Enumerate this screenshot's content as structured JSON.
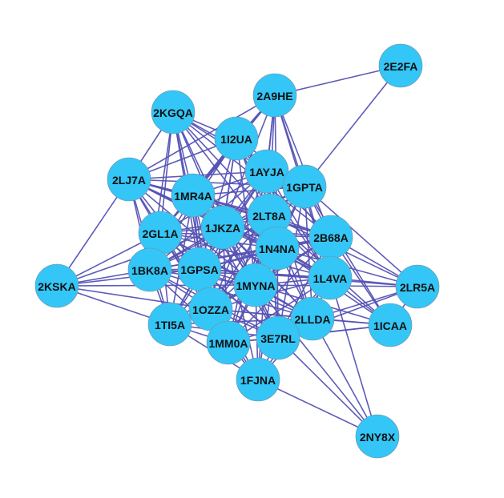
{
  "graph": {
    "node_color": "#33c6f7",
    "edge_color": "#5552b5",
    "label_color": "#111111",
    "nodes": [
      {
        "id": "2E2FA"
      },
      {
        "id": "2A9HE"
      },
      {
        "id": "2KGQA"
      },
      {
        "id": "1I2UA"
      },
      {
        "id": "1AYJA"
      },
      {
        "id": "1GPTA"
      },
      {
        "id": "2LJ7A"
      },
      {
        "id": "1MR4A"
      },
      {
        "id": "2LT8A"
      },
      {
        "id": "1JKZA"
      },
      {
        "id": "2GL1A"
      },
      {
        "id": "2B68A"
      },
      {
        "id": "1N4NA"
      },
      {
        "id": "1BK8A"
      },
      {
        "id": "1GPSA"
      },
      {
        "id": "2KSKA"
      },
      {
        "id": "1L4VA"
      },
      {
        "id": "1MYNA"
      },
      {
        "id": "2LR5A"
      },
      {
        "id": "1OZZA"
      },
      {
        "id": "2LLDA"
      },
      {
        "id": "1TI5A"
      },
      {
        "id": "1ICAA"
      },
      {
        "id": "1MM0A"
      },
      {
        "id": "3E7RL"
      },
      {
        "id": "1FJNA"
      },
      {
        "id": "2NY8X"
      }
    ],
    "edges": [
      [
        "2E2FA",
        "2A9HE"
      ],
      [
        "2E2FA",
        "1GPTA"
      ],
      [
        "2A9HE",
        "1I2UA"
      ],
      [
        "2A9HE",
        "2LJ7A"
      ],
      [
        "2A9HE",
        "1AYJA"
      ],
      [
        "2A9HE",
        "1GPTA"
      ],
      [
        "2A9HE",
        "1MR4A"
      ],
      [
        "2A9HE",
        "2LT8A"
      ],
      [
        "2A9HE",
        "1JKZA"
      ],
      [
        "2A9HE",
        "2B68A"
      ],
      [
        "2A9HE",
        "1N4NA"
      ],
      [
        "2A9HE",
        "2GL1A"
      ],
      [
        "2A9HE",
        "1MYNA"
      ],
      [
        "2A9HE",
        "1L4VA"
      ],
      [
        "2KGQA",
        "1I2UA"
      ],
      [
        "2KGQA",
        "1AYJA"
      ],
      [
        "2KGQA",
        "1MR4A"
      ],
      [
        "2KGQA",
        "2LT8A"
      ],
      [
        "2KGQA",
        "1JKZA"
      ],
      [
        "2KGQA",
        "1N4NA"
      ],
      [
        "2KGQA",
        "1GPSA"
      ],
      [
        "2KGQA",
        "1MYNA"
      ],
      [
        "2KGQA",
        "1OZZA"
      ],
      [
        "2KGQA",
        "2GL1A"
      ],
      [
        "2KGQA",
        "1BK8A"
      ],
      [
        "2KGQA",
        "2LJ7A"
      ],
      [
        "2KGQA",
        "1GPTA"
      ],
      [
        "2KGQA",
        "2B68A"
      ],
      [
        "1I2UA",
        "2LJ7A"
      ],
      [
        "1I2UA",
        "1AYJA"
      ],
      [
        "1I2UA",
        "1GPTA"
      ],
      [
        "1I2UA",
        "1MR4A"
      ],
      [
        "1I2UA",
        "2LT8A"
      ],
      [
        "1I2UA",
        "1JKZA"
      ],
      [
        "1I2UA",
        "2GL1A"
      ],
      [
        "1I2UA",
        "1N4NA"
      ],
      [
        "1I2UA",
        "1GPSA"
      ],
      [
        "1I2UA",
        "1MYNA"
      ],
      [
        "1I2UA",
        "1BK8A"
      ],
      [
        "1I2UA",
        "1OZZA"
      ],
      [
        "1I2UA",
        "2B68A"
      ],
      [
        "1I2UA",
        "1L4VA"
      ],
      [
        "1AYJA",
        "2LJ7A"
      ],
      [
        "1AYJA",
        "1GPTA"
      ],
      [
        "1AYJA",
        "1MR4A"
      ],
      [
        "1AYJA",
        "2LT8A"
      ],
      [
        "1AYJA",
        "1JKZA"
      ],
      [
        "1AYJA",
        "2GL1A"
      ],
      [
        "1AYJA",
        "2B68A"
      ],
      [
        "1AYJA",
        "1N4NA"
      ],
      [
        "1AYJA",
        "1GPSA"
      ],
      [
        "1AYJA",
        "1BK8A"
      ],
      [
        "1AYJA",
        "1MYNA"
      ],
      [
        "1AYJA",
        "1L4VA"
      ],
      [
        "1AYJA",
        "1OZZA"
      ],
      [
        "1AYJA",
        "2LLDA"
      ],
      [
        "1AYJA",
        "1TI5A"
      ],
      [
        "1AYJA",
        "1MM0A"
      ],
      [
        "1AYJA",
        "3E7RL"
      ],
      [
        "1GPTA",
        "2LJ7A"
      ],
      [
        "1GPTA",
        "1MR4A"
      ],
      [
        "1GPTA",
        "2LT8A"
      ],
      [
        "1GPTA",
        "1JKZA"
      ],
      [
        "1GPTA",
        "2B68A"
      ],
      [
        "1GPTA",
        "1N4NA"
      ],
      [
        "1GPTA",
        "1GPSA"
      ],
      [
        "1GPTA",
        "1MYNA"
      ],
      [
        "1GPTA",
        "1L4VA"
      ],
      [
        "1GPTA",
        "2LR5A"
      ],
      [
        "1GPTA",
        "1OZZA"
      ],
      [
        "1GPTA",
        "2LLDA"
      ],
      [
        "1GPTA",
        "1ICAA"
      ],
      [
        "1GPTA",
        "3E7RL"
      ],
      [
        "1GPTA",
        "1BK8A"
      ],
      [
        "2LJ7A",
        "2KSKA"
      ],
      [
        "2LJ7A",
        "1MR4A"
      ],
      [
        "2LJ7A",
        "2LT8A"
      ],
      [
        "2LJ7A",
        "1JKZA"
      ],
      [
        "2LJ7A",
        "2GL1A"
      ],
      [
        "2LJ7A",
        "1N4NA"
      ],
      [
        "2LJ7A",
        "1BK8A"
      ],
      [
        "2LJ7A",
        "1GPSA"
      ],
      [
        "2LJ7A",
        "1MYNA"
      ],
      [
        "2LJ7A",
        "1OZZA"
      ],
      [
        "2LJ7A",
        "1TI5A"
      ],
      [
        "2LJ7A",
        "1L4VA"
      ],
      [
        "2LJ7A",
        "2B68A"
      ],
      [
        "1MR4A",
        "2LT8A"
      ],
      [
        "1MR4A",
        "1JKZA"
      ],
      [
        "1MR4A",
        "2GL1A"
      ],
      [
        "1MR4A",
        "2B68A"
      ],
      [
        "1MR4A",
        "1N4NA"
      ],
      [
        "1MR4A",
        "1BK8A"
      ],
      [
        "1MR4A",
        "1GPSA"
      ],
      [
        "1MR4A",
        "1MYNA"
      ],
      [
        "1MR4A",
        "1L4VA"
      ],
      [
        "1MR4A",
        "1OZZA"
      ],
      [
        "1MR4A",
        "2LLDA"
      ],
      [
        "1MR4A",
        "1TI5A"
      ],
      [
        "1MR4A",
        "1MM0A"
      ],
      [
        "1MR4A",
        "3E7RL"
      ],
      [
        "2LT8A",
        "1JKZA"
      ],
      [
        "2LT8A",
        "2GL1A"
      ],
      [
        "2LT8A",
        "2B68A"
      ],
      [
        "2LT8A",
        "1N4NA"
      ],
      [
        "2LT8A",
        "1BK8A"
      ],
      [
        "2LT8A",
        "1GPSA"
      ],
      [
        "2LT8A",
        "1MYNA"
      ],
      [
        "2LT8A",
        "1L4VA"
      ],
      [
        "2LT8A",
        "1OZZA"
      ],
      [
        "2LT8A",
        "2LLDA"
      ],
      [
        "2LT8A",
        "1TI5A"
      ],
      [
        "2LT8A",
        "1MM0A"
      ],
      [
        "2LT8A",
        "3E7RL"
      ],
      [
        "2LT8A",
        "1FJNA"
      ],
      [
        "2LT8A",
        "2LR5A"
      ],
      [
        "2LT8A",
        "1ICAA"
      ],
      [
        "1JKZA",
        "2GL1A"
      ],
      [
        "1JKZA",
        "2B68A"
      ],
      [
        "1JKZA",
        "1N4NA"
      ],
      [
        "1JKZA",
        "1BK8A"
      ],
      [
        "1JKZA",
        "1GPSA"
      ],
      [
        "1JKZA",
        "1MYNA"
      ],
      [
        "1JKZA",
        "1L4VA"
      ],
      [
        "1JKZA",
        "1OZZA"
      ],
      [
        "1JKZA",
        "2LLDA"
      ],
      [
        "1JKZA",
        "1TI5A"
      ],
      [
        "1JKZA",
        "1MM0A"
      ],
      [
        "1JKZA",
        "3E7RL"
      ],
      [
        "1JKZA",
        "1FJNA"
      ],
      [
        "1JKZA",
        "2KSKA"
      ],
      [
        "2GL1A",
        "2KSKA"
      ],
      [
        "2GL1A",
        "1N4NA"
      ],
      [
        "2GL1A",
        "1BK8A"
      ],
      [
        "2GL1A",
        "1GPSA"
      ],
      [
        "2GL1A",
        "1MYNA"
      ],
      [
        "2GL1A",
        "1OZZA"
      ],
      [
        "2GL1A",
        "1TI5A"
      ],
      [
        "2GL1A",
        "1MM0A"
      ],
      [
        "2GL1A",
        "3E7RL"
      ],
      [
        "2GL1A",
        "2LLDA"
      ],
      [
        "2GL1A",
        "1L4VA"
      ],
      [
        "2GL1A",
        "2B68A"
      ],
      [
        "2B68A",
        "1N4NA"
      ],
      [
        "2B68A",
        "1GPSA"
      ],
      [
        "2B68A",
        "1MYNA"
      ],
      [
        "2B68A",
        "1L4VA"
      ],
      [
        "2B68A",
        "2LR5A"
      ],
      [
        "2B68A",
        "1OZZA"
      ],
      [
        "2B68A",
        "2LLDA"
      ],
      [
        "2B68A",
        "1ICAA"
      ],
      [
        "2B68A",
        "1MM0A"
      ],
      [
        "2B68A",
        "3E7RL"
      ],
      [
        "2B68A",
        "1BK8A"
      ],
      [
        "1N4NA",
        "1BK8A"
      ],
      [
        "1N4NA",
        "1GPSA"
      ],
      [
        "1N4NA",
        "1MYNA"
      ],
      [
        "1N4NA",
        "1L4VA"
      ],
      [
        "1N4NA",
        "2LR5A"
      ],
      [
        "1N4NA",
        "1OZZA"
      ],
      [
        "1N4NA",
        "2LLDA"
      ],
      [
        "1N4NA",
        "1TI5A"
      ],
      [
        "1N4NA",
        "1ICAA"
      ],
      [
        "1N4NA",
        "1MM0A"
      ],
      [
        "1N4NA",
        "3E7RL"
      ],
      [
        "1N4NA",
        "1FJNA"
      ],
      [
        "1BK8A",
        "2KSKA"
      ],
      [
        "1BK8A",
        "1GPSA"
      ],
      [
        "1BK8A",
        "1MYNA"
      ],
      [
        "1BK8A",
        "1OZZA"
      ],
      [
        "1BK8A",
        "1TI5A"
      ],
      [
        "1BK8A",
        "1MM0A"
      ],
      [
        "1BK8A",
        "3E7RL"
      ],
      [
        "1BK8A",
        "2LLDA"
      ],
      [
        "1BK8A",
        "1L4VA"
      ],
      [
        "1GPSA",
        "2KSKA"
      ],
      [
        "1GPSA",
        "1MYNA"
      ],
      [
        "1GPSA",
        "1L4VA"
      ],
      [
        "1GPSA",
        "1OZZA"
      ],
      [
        "1GPSA",
        "2LLDA"
      ],
      [
        "1GPSA",
        "1TI5A"
      ],
      [
        "1GPSA",
        "1MM0A"
      ],
      [
        "1GPSA",
        "3E7RL"
      ],
      [
        "1GPSA",
        "1FJNA"
      ],
      [
        "1GPSA",
        "2LR5A"
      ],
      [
        "2KSKA",
        "1TI5A"
      ],
      [
        "2KSKA",
        "1OZZA"
      ],
      [
        "2KSKA",
        "1MYNA"
      ],
      [
        "1L4VA",
        "1MYNA"
      ],
      [
        "1L4VA",
        "2LR5A"
      ],
      [
        "1L4VA",
        "1OZZA"
      ],
      [
        "1L4VA",
        "2LLDA"
      ],
      [
        "1L4VA",
        "1ICAA"
      ],
      [
        "1L4VA",
        "1MM0A"
      ],
      [
        "1L4VA",
        "3E7RL"
      ],
      [
        "1L4VA",
        "1FJNA"
      ],
      [
        "1L4VA",
        "2NY8X"
      ],
      [
        "1MYNA",
        "2LR5A"
      ],
      [
        "1MYNA",
        "1OZZA"
      ],
      [
        "1MYNA",
        "2LLDA"
      ],
      [
        "1MYNA",
        "1TI5A"
      ],
      [
        "1MYNA",
        "1ICAA"
      ],
      [
        "1MYNA",
        "1MM0A"
      ],
      [
        "1MYNA",
        "3E7RL"
      ],
      [
        "1MYNA",
        "1FJNA"
      ],
      [
        "1MYNA",
        "2NY8X"
      ],
      [
        "2LR5A",
        "2LLDA"
      ],
      [
        "2LR5A",
        "1ICAA"
      ],
      [
        "2LR5A",
        "3E7RL"
      ],
      [
        "1OZZA",
        "2LLDA"
      ],
      [
        "1OZZA",
        "1TI5A"
      ],
      [
        "1OZZA",
        "1MM0A"
      ],
      [
        "1OZZA",
        "3E7RL"
      ],
      [
        "1OZZA",
        "1FJNA"
      ],
      [
        "1OZZA",
        "1ICAA"
      ],
      [
        "2LLDA",
        "1ICAA"
      ],
      [
        "2LLDA",
        "1MM0A"
      ],
      [
        "2LLDA",
        "3E7RL"
      ],
      [
        "2LLDA",
        "1FJNA"
      ],
      [
        "2LLDA",
        "2NY8X"
      ],
      [
        "2LLDA",
        "1TI5A"
      ],
      [
        "1TI5A",
        "1MM0A"
      ],
      [
        "1TI5A",
        "3E7RL"
      ],
      [
        "1TI5A",
        "1FJNA"
      ],
      [
        "1ICAA",
        "3E7RL"
      ],
      [
        "1ICAA",
        "1MM0A"
      ],
      [
        "1MM0A",
        "3E7RL"
      ],
      [
        "1MM0A",
        "1FJNA"
      ],
      [
        "3E7RL",
        "1FJNA"
      ],
      [
        "3E7RL",
        "2NY8X"
      ],
      [
        "1FJNA",
        "2NY8X"
      ]
    ]
  }
}
